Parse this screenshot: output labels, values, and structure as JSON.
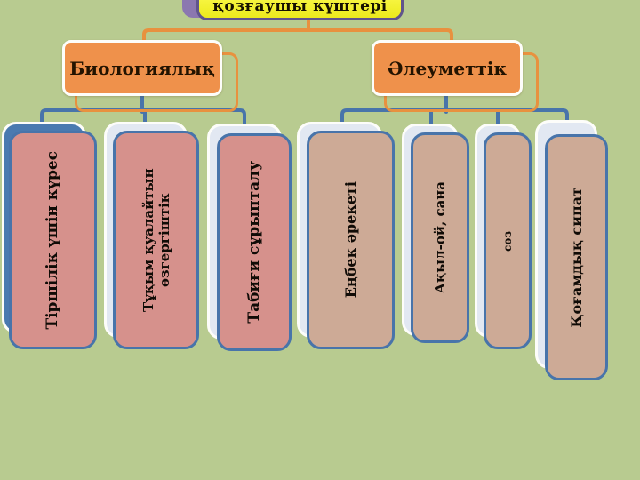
{
  "title": {
    "label": "қозғаушы күштері"
  },
  "branches": [
    {
      "label": "Биологиялық",
      "children": [
        "Тіршілік үшін күрес",
        "Тұқым қуалайтын өзгергіштік",
        "Табиғи сұрыпталу"
      ]
    },
    {
      "label": "Әлеуметтік",
      "children": [
        "Еңбек әрекеті",
        "Ақыл-ой, сана",
        "сөз",
        "Қоғамдық сипат"
      ]
    }
  ],
  "colors": {
    "background": "#b8cb90",
    "title_fill": "#f2ef25",
    "title_border": "#60558c",
    "title_backing": "#8b78b0",
    "branch_fill": "#ef914b",
    "connector_orange": "#e8913f",
    "connector_blue": "#4874aa",
    "leaf_pink": "#d6918c",
    "leaf_tan": "#cdaa96",
    "leaf_border": "#4874aa",
    "backing_blue": "#4a7ab0",
    "backing_pale": "#e2e8f2"
  }
}
